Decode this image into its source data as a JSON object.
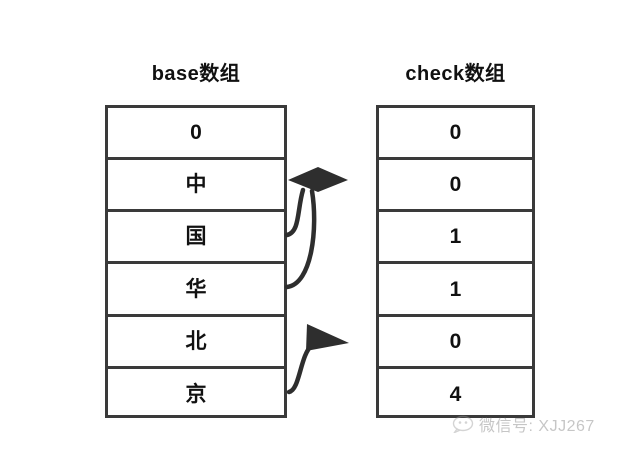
{
  "diagram": {
    "background_color": "#ffffff",
    "stroke_color": "#3a3a3a",
    "text_color": "#111111"
  },
  "base_array": {
    "title": "base数组",
    "cells": [
      {
        "index": 0,
        "value": "0"
      },
      {
        "index": 1,
        "value": "中"
      },
      {
        "index": 2,
        "value": "国"
      },
      {
        "index": 3,
        "value": "华"
      },
      {
        "index": 4,
        "value": "北"
      },
      {
        "index": 5,
        "value": "京"
      }
    ]
  },
  "check_array": {
    "title": "check数组",
    "cells": [
      {
        "index": 0,
        "value": "0"
      },
      {
        "index": 1,
        "value": "0"
      },
      {
        "index": 2,
        "value": "1"
      },
      {
        "index": 3,
        "value": "1"
      },
      {
        "index": 4,
        "value": "0"
      },
      {
        "index": 5,
        "value": "4"
      }
    ]
  },
  "arrows": [
    {
      "name": "arrow-guo-to-zhong",
      "from_row": 2,
      "to_row": 1,
      "style": "curved-up"
    },
    {
      "name": "arrow-hua-to-zhong",
      "from_row": 3,
      "to_row": 1,
      "style": "curved-up"
    },
    {
      "name": "arrow-jing-to-bei",
      "from_row": 5,
      "to_row": 4,
      "style": "curved-up"
    }
  ],
  "watermark": {
    "icon": "chat-bubble-icon",
    "text": "微信号: XJJ267"
  }
}
